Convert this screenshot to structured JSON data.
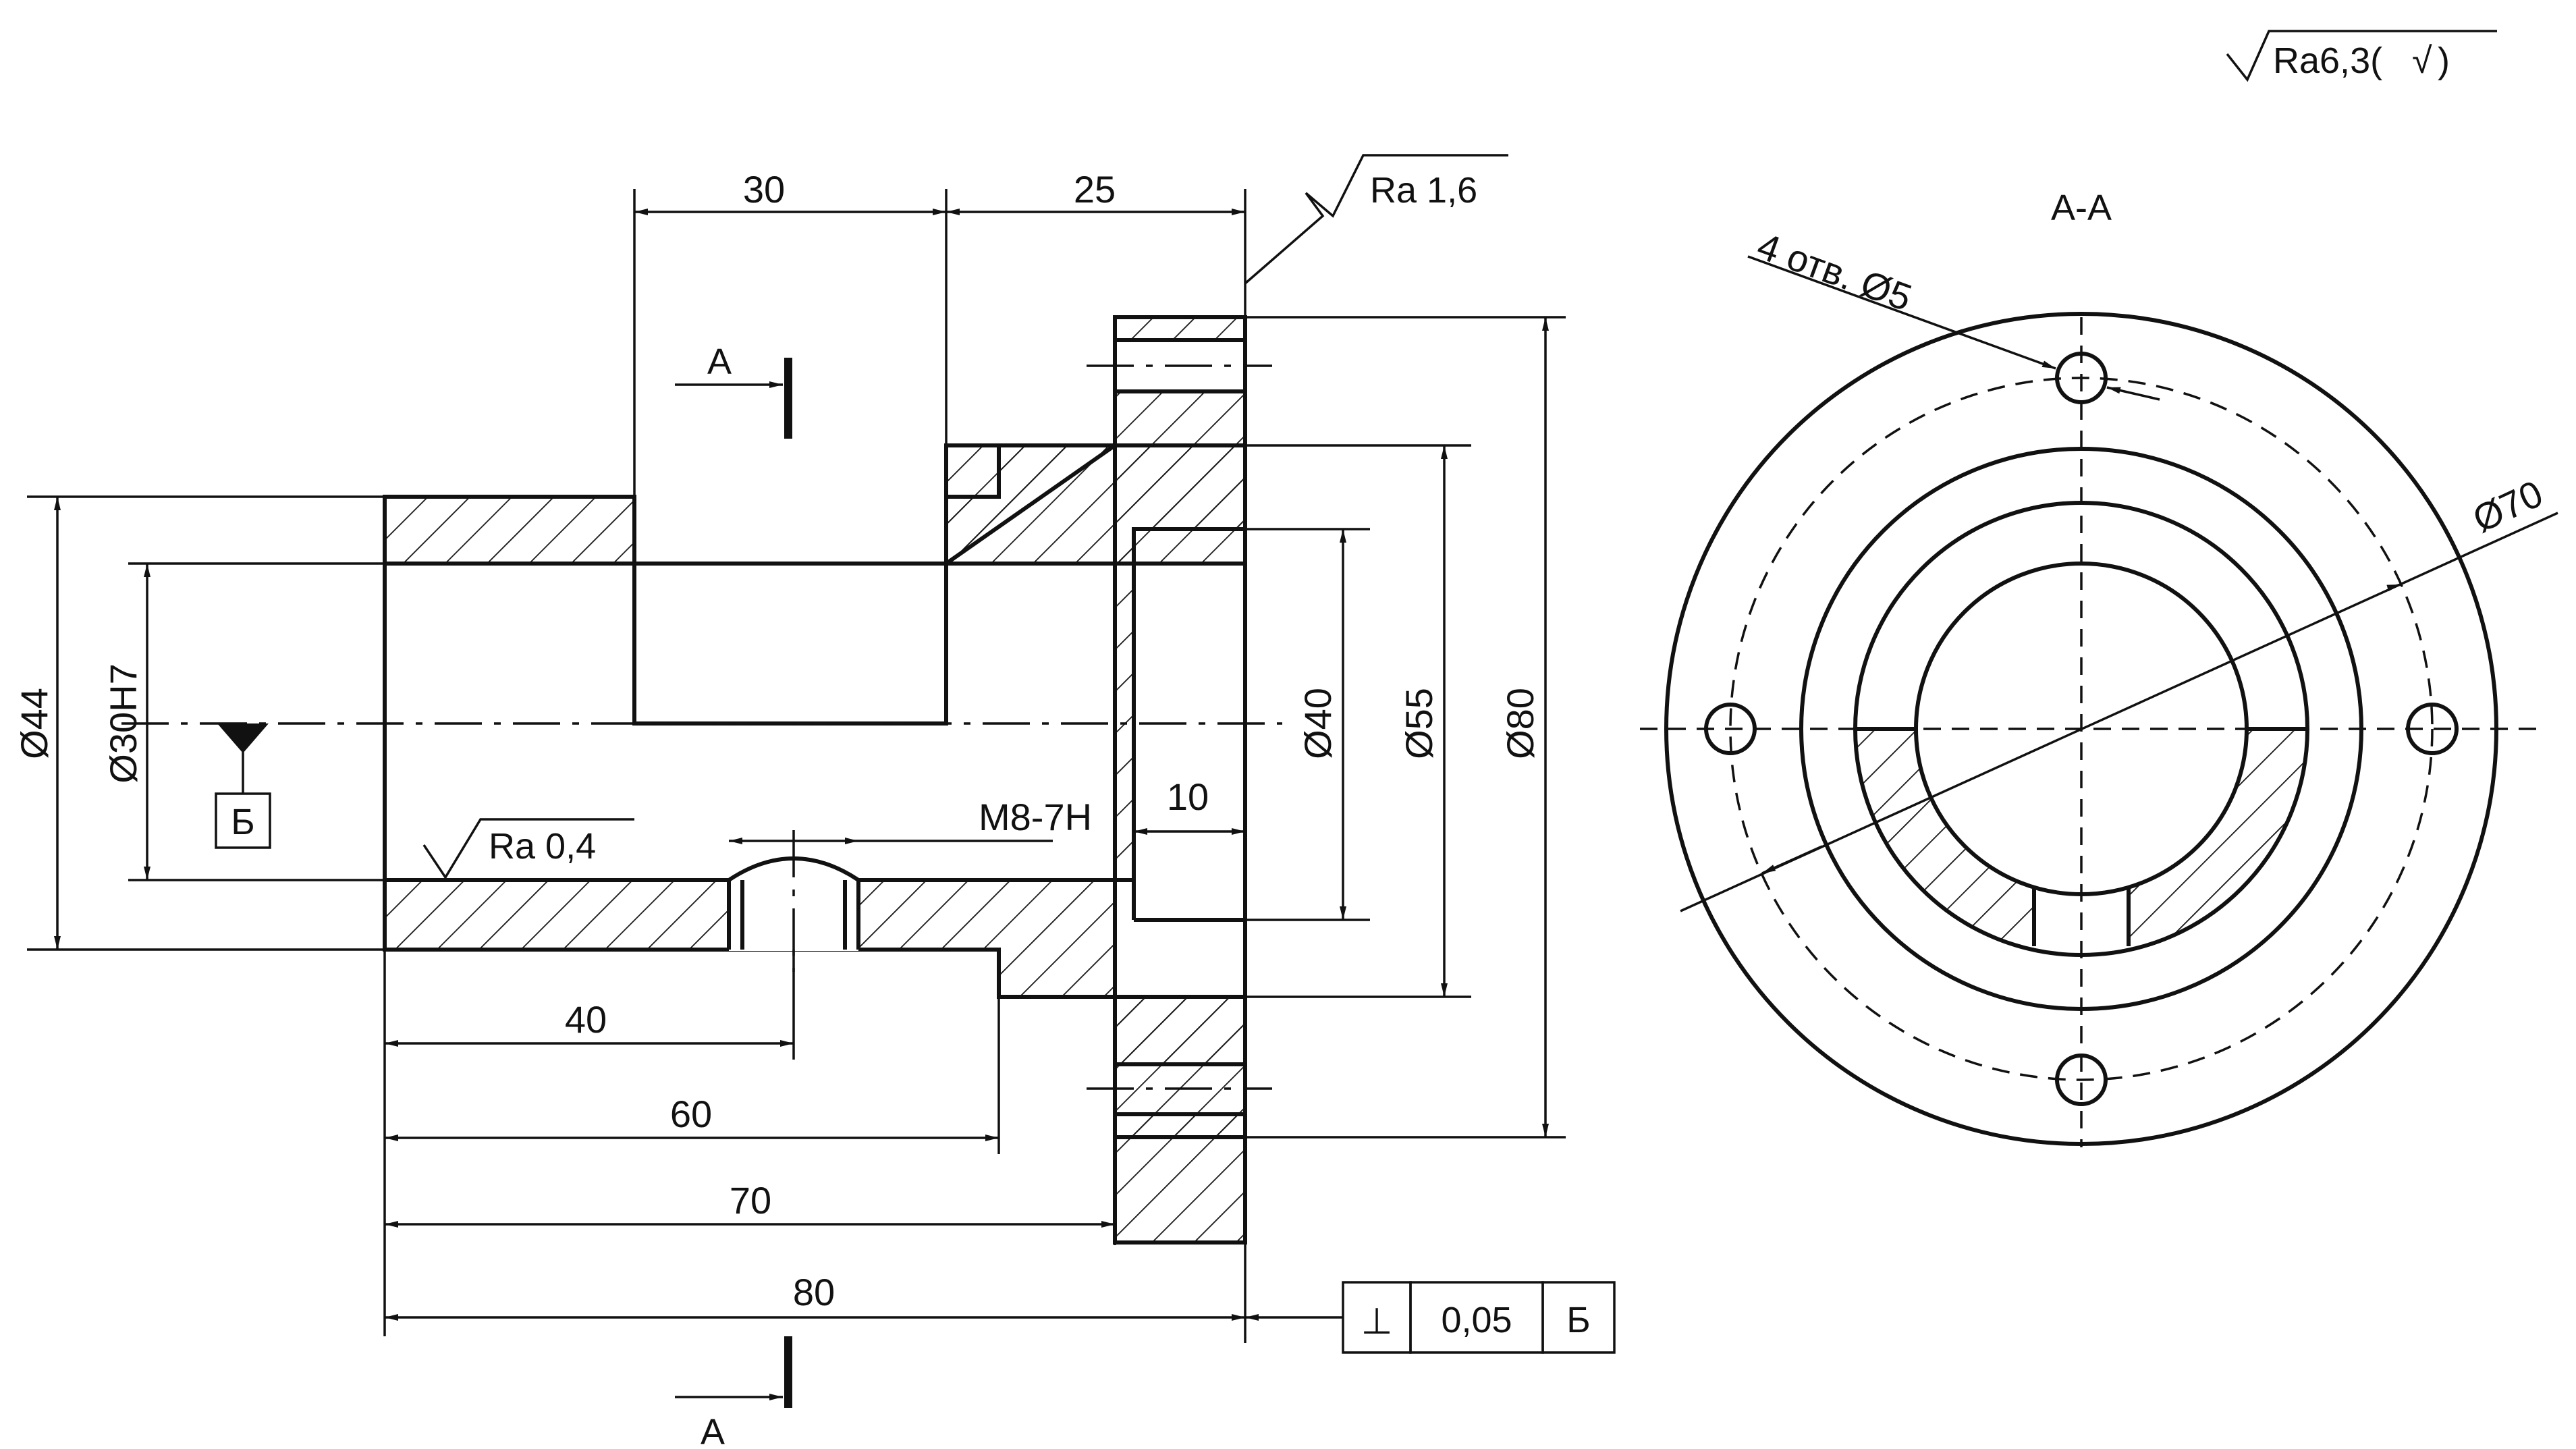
{
  "surface_general": "Ra6,3(",
  "surface_general_check": "√",
  "surface_general_close": ")",
  "section_title": "А-А",
  "section_label": "А",
  "datum_label": "Б",
  "dims": {
    "d30": "30",
    "d25": "25",
    "d10": "10",
    "d40": "40",
    "d60": "60",
    "d70": "70",
    "d80": "80",
    "dia44": "Ø44",
    "dia30h7": "Ø30H7",
    "dia40": "Ø40",
    "dia55": "Ø55",
    "dia80": "Ø80",
    "dia70": "Ø70",
    "holes": "4 отв. Ø5",
    "thread": "M8-7H"
  },
  "roughness": {
    "flange": "Ra 1,6",
    "bore": "Ra 0,4"
  },
  "tolerance": {
    "symbol": "⊥",
    "value": "0,05",
    "datum": "Б"
  }
}
